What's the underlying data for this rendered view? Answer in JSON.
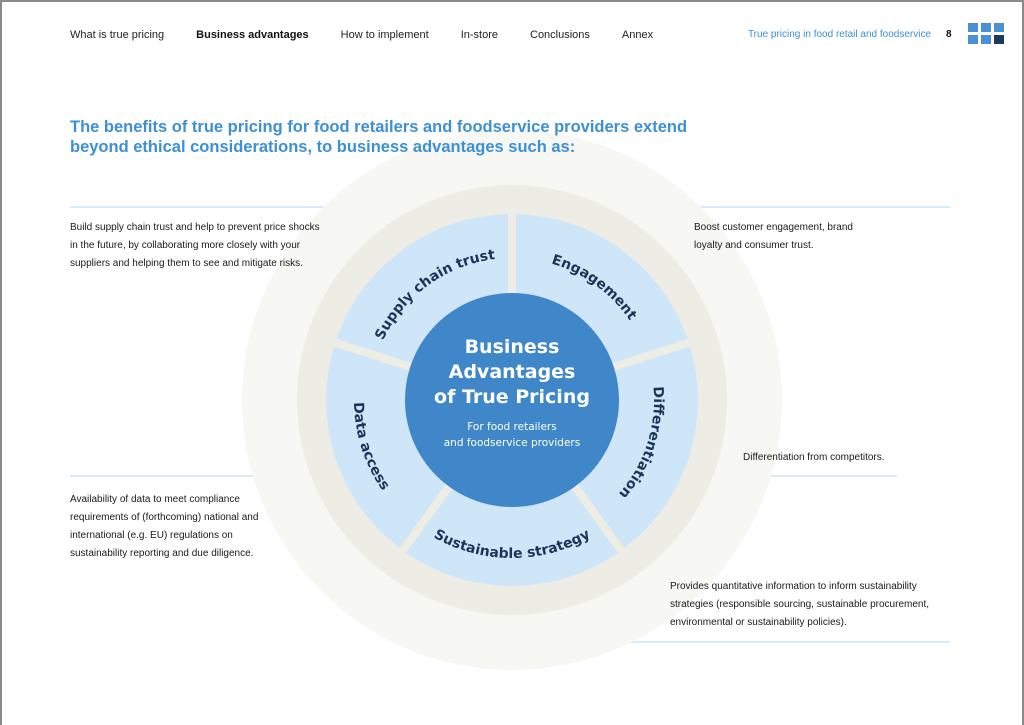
{
  "nav": {
    "items": [
      "What is true pricing",
      "Business advantages",
      "How to implement",
      "In-store",
      "Conclusions",
      "Annex"
    ],
    "active_index": 1,
    "doc_title": "True pricing in food retail and foodservice",
    "page_number": "8"
  },
  "heading": "The benefits of true pricing for food retailers and foodservice providers extend beyond ethical considerations, to business advantages such as:",
  "center": {
    "title_lines": [
      "Business",
      "Advantages",
      "of True Pricing"
    ],
    "subtitle_lines": [
      "For food retailers",
      "and foodservice providers"
    ]
  },
  "segments": [
    {
      "label": "Supply chain trust",
      "description": "Build supply chain trust and help to prevent price shocks in the future, by collaborating more closely with your suppliers and helping them to see and mitigate risks."
    },
    {
      "label": "Engagement",
      "description": "Boost customer engagement, brand loyalty and consumer trust."
    },
    {
      "label": "Differentiation",
      "description": "Differentiation from competitors."
    },
    {
      "label": "Sustainable strategy",
      "description": "Provides quantitative information to inform sustainability strategies (responsible sourcing, sustainable procurement, environmental or sustainability policies)."
    },
    {
      "label": "Data access",
      "description": "Availability of data to meet compliance requirements of (forthcoming) national and international (e.g. EU) regulations on sustainability reporting and due diligence."
    }
  ],
  "colors": {
    "accent": "#3d8fd6",
    "inner": "#3f87c9",
    "ring": "#cfe6f8",
    "beige": "#eeede5",
    "navy": "#1c3557"
  }
}
